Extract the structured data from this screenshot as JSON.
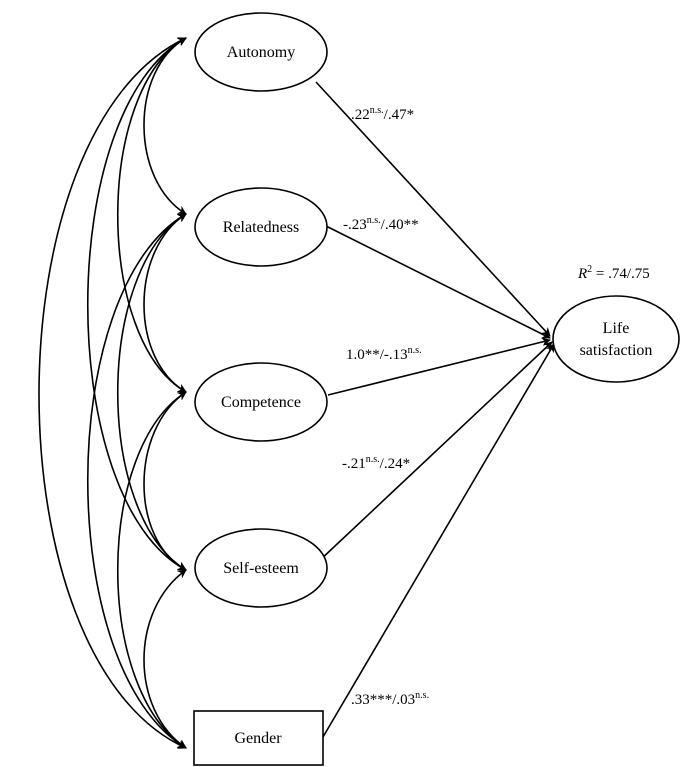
{
  "nodes": {
    "autonomy": "Autonomy",
    "relatedness": "Relatedness",
    "competence": "Competence",
    "self_esteem": "Self-esteem",
    "gender": "Gender",
    "life_satisfaction_line1": "Life",
    "life_satisfaction_line2": "satisfaction"
  },
  "r_squared": {
    "symbol": "R",
    "exponent": "2",
    "value": " = .74/.75"
  },
  "paths": {
    "autonomy": {
      "a": ".22",
      "a_sup": "n.s.",
      "b": "/.47*",
      "b_sup": ""
    },
    "relatedness": {
      "a": "-.23",
      "a_sup": "n.s.",
      "b": "/.40**",
      "b_sup": ""
    },
    "competence": {
      "a": "1.0**/-.13",
      "a_sup": "n.s.",
      "b": "",
      "b_sup": ""
    },
    "self_esteem": {
      "a": "-.21",
      "a_sup": "n.s.",
      "b": "/.24*",
      "b_sup": ""
    },
    "gender": {
      "a": ".33***/.03",
      "a_sup": "n.s.",
      "b": "",
      "b_sup": ""
    }
  }
}
